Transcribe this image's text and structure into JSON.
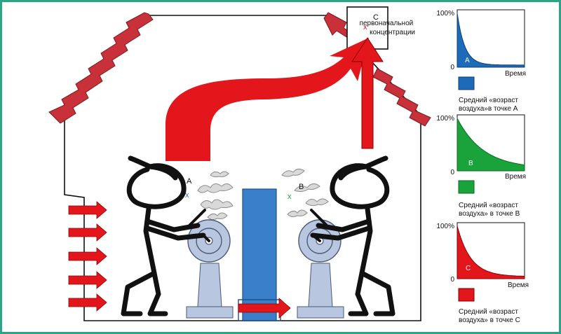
{
  "diagram": {
    "points": {
      "a": {
        "label": "A",
        "marker": "x",
        "marker_color": "#2a6fbe"
      },
      "b": {
        "label": "B",
        "marker": "x",
        "marker_color": "#20a040"
      },
      "c": {
        "label": "C",
        "marker": "x",
        "marker_color": "#e3161c"
      }
    },
    "charts": [
      {
        "id": "A",
        "y_top_label": "100%",
        "y_bottom_label": "0",
        "x_label": "Время",
        "curve_label": "A",
        "color": "#1c6ab8",
        "caption": "Средний «возраст воздуха»в точке A",
        "decay": "fast"
      },
      {
        "id": "B",
        "y_top_label": "100%",
        "y_bottom_label": "0",
        "x_label": "Время",
        "curve_label": "B",
        "color": "#19a33a",
        "caption": "Средний «возраст воздуха» в точке B",
        "decay": "slow"
      },
      {
        "id": "C",
        "y_top_label": "100%",
        "y_bottom_label": "0",
        "x_label": "Время",
        "curve_label": "C",
        "color": "#e3161c",
        "caption": "Средний «возраст воздуха» в точке C",
        "decay": "medium"
      }
    ],
    "y_axis_title": "первоначальной концентрации",
    "colors": {
      "frame": "#2aa585",
      "roof": "#c8303a",
      "arrow": "#e3161c",
      "column": "#3a7fc9",
      "machine": "#b9c6df",
      "figure": "#111111",
      "smoke": "#a8a8a8"
    }
  }
}
